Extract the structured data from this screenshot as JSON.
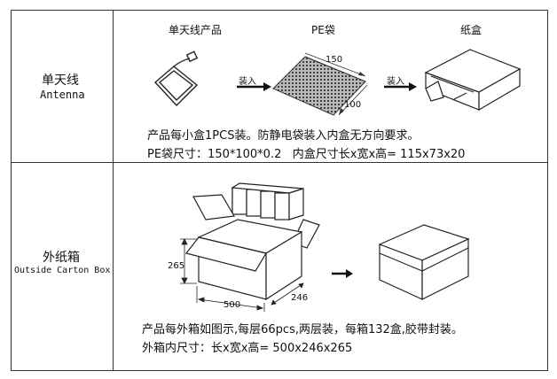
{
  "row1": {
    "label_cn": "单天线",
    "label_en": "Antenna",
    "col_product": "单天线产品",
    "col_bag": "PE袋",
    "col_box": "纸盒",
    "arrow1_label": "装入",
    "arrow2_label": "装入",
    "bag_dim_w": "150",
    "bag_dim_h": "100",
    "note1": "产品每小盒1PCS装。防静电袋装入内盒无方向要求。",
    "note2": "PE袋尺寸：150*100*0.2   内盒尺寸长x宽x高= 115x73x20"
  },
  "row2": {
    "label_cn": "外纸箱",
    "label_en": "Outside Carton Box",
    "dim_height": "265",
    "dim_length": "500",
    "dim_width": "246",
    "note1": "产品每外箱如图示,每层66pcs,两层装，每箱132盒,胶带封装。",
    "note2": "外箱内尺寸：长x宽x高= 500x246x265"
  }
}
